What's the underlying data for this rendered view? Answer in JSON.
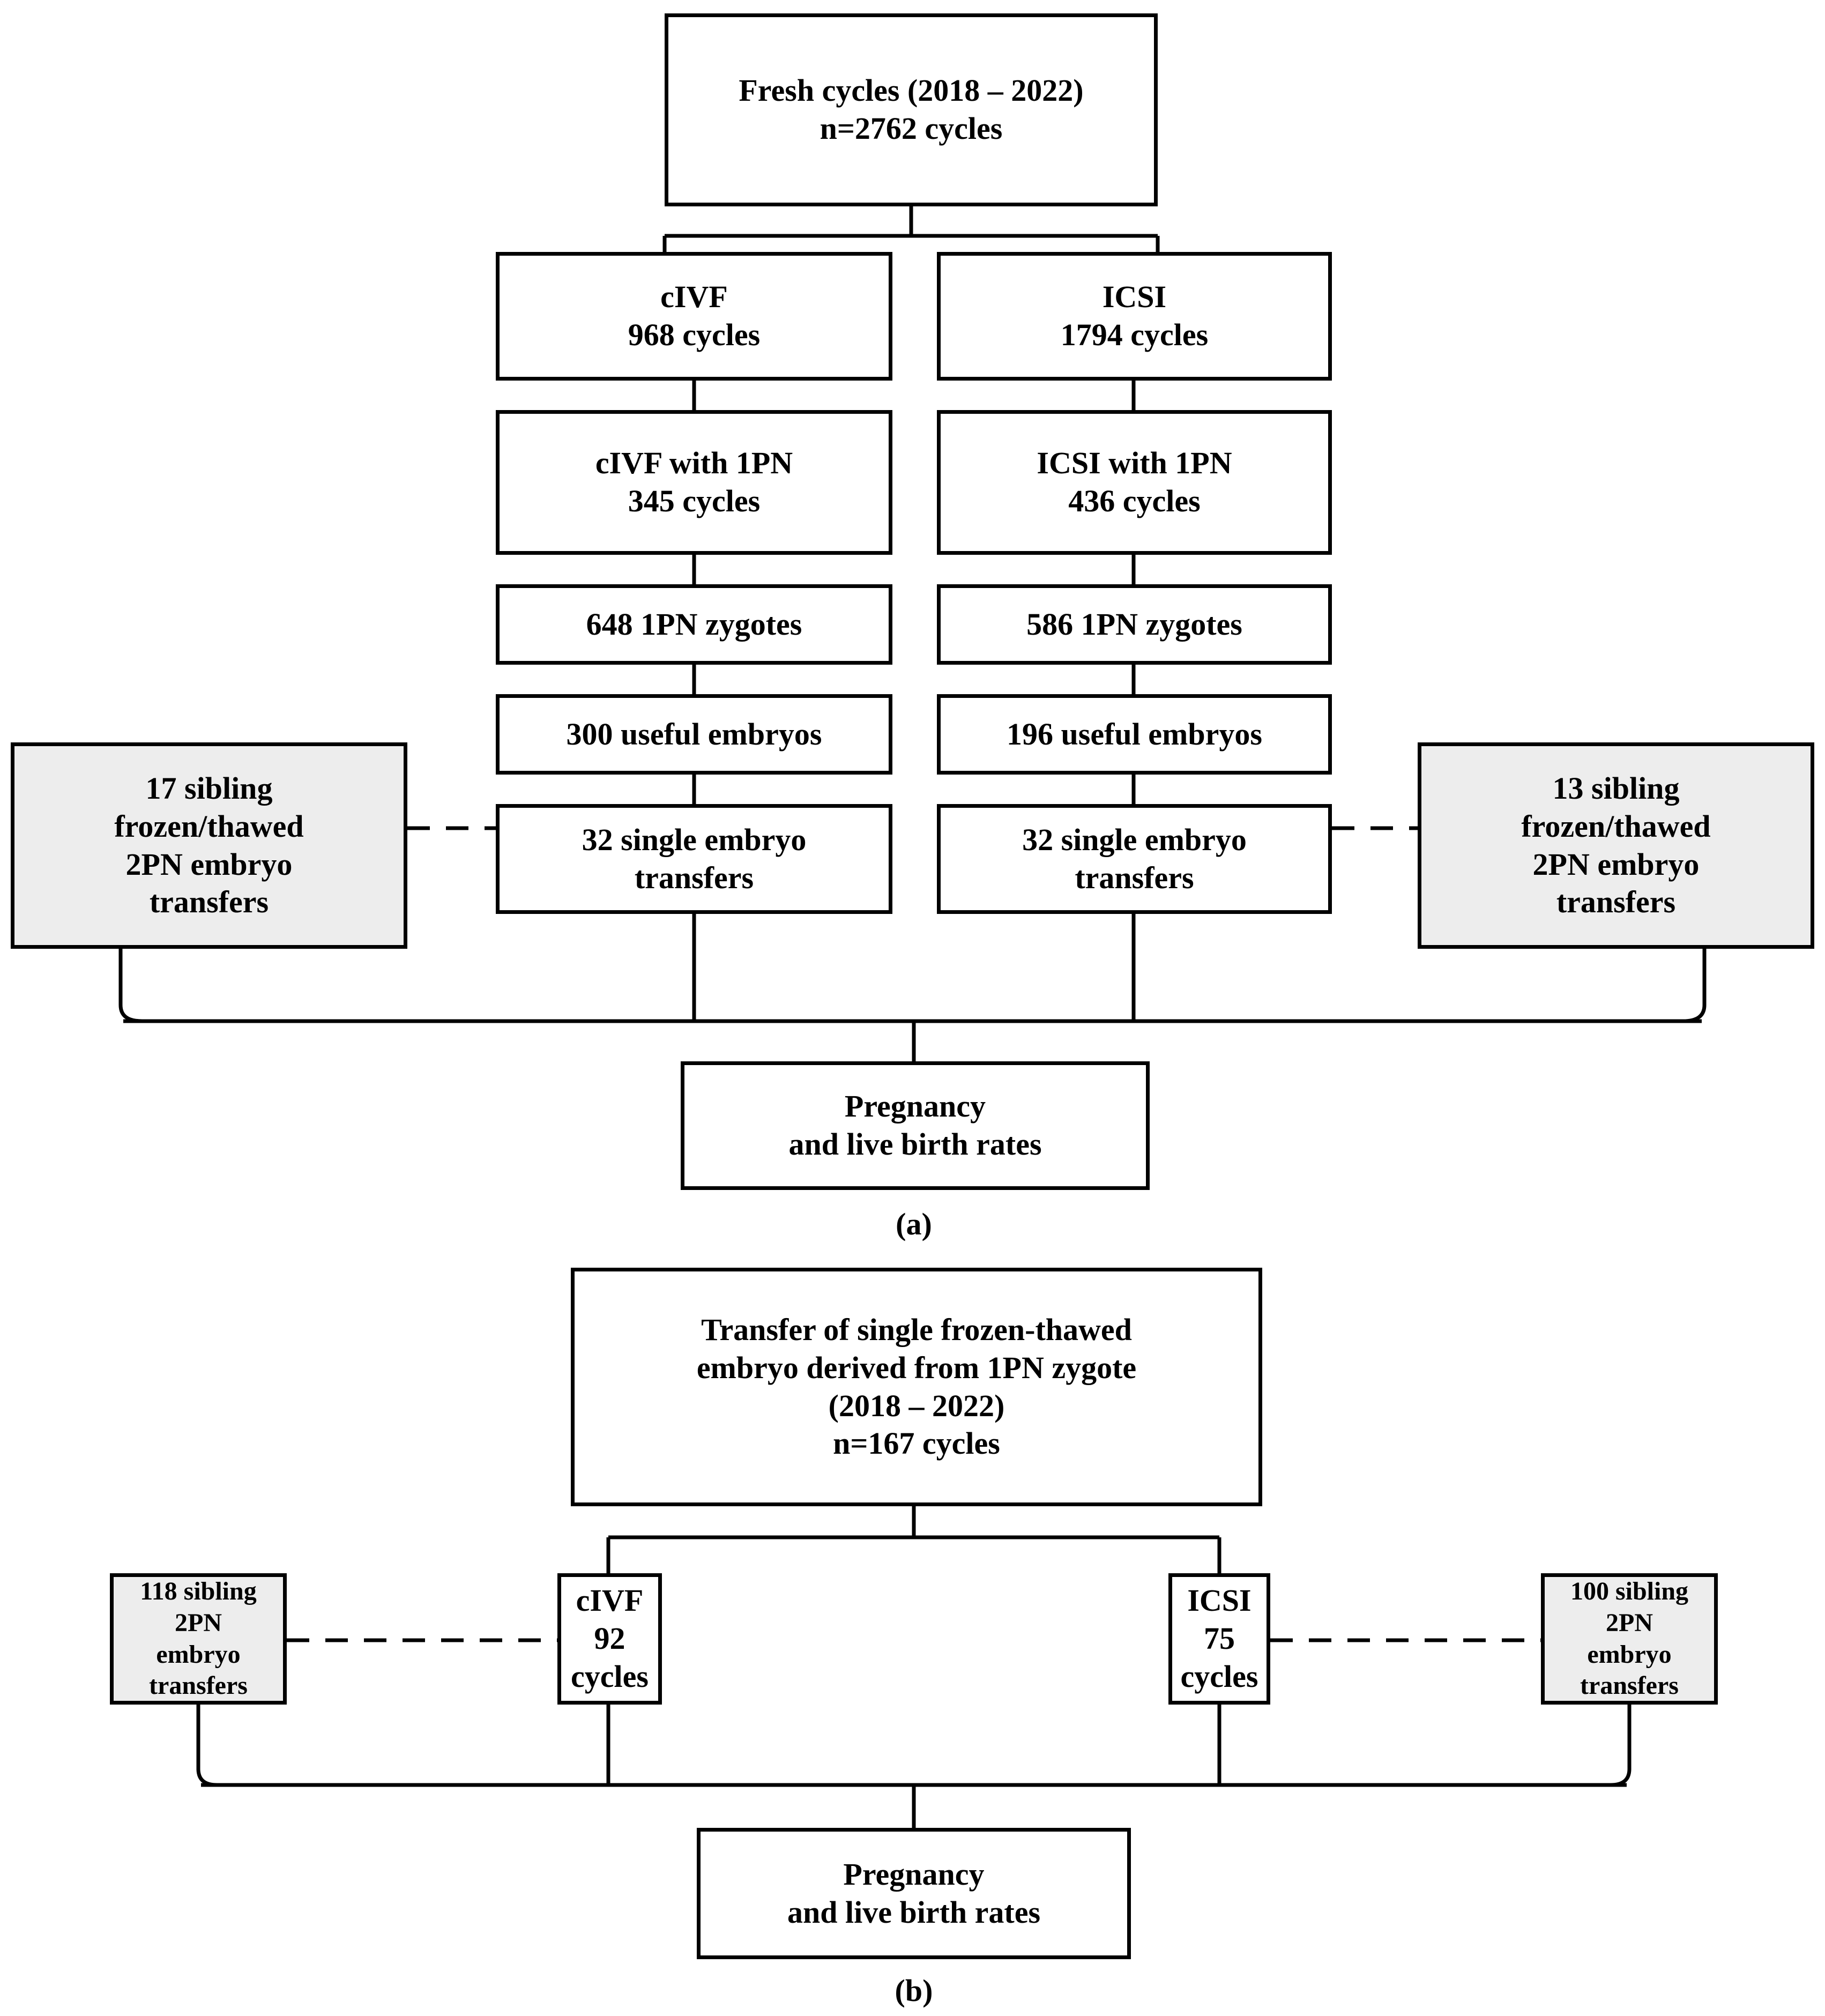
{
  "figure": {
    "type": "flowchart",
    "panels": [
      {
        "id": "a",
        "label": "(a)",
        "nodes": {
          "root": "Fresh cycles (2018 – 2022)\nn=2762 cycles",
          "left_arm": "cIVF\n968 cycles",
          "right_arm": "ICSI\n1794 cycles",
          "left_1pn": "cIVF with 1PN\n345 cycles",
          "right_1pn": "ICSI with 1PN\n436 cycles",
          "left_zygotes": "648 1PN zygotes",
          "right_zygotes": "586 1PN zygotes",
          "left_embryos": "300 useful embryos",
          "right_embryos": "196 useful embryos",
          "left_transfers": "32 single embryo\ntransfers",
          "right_transfers": "32 single embryo\ntransfers",
          "left_sibling": "17 sibling\nfrozen/thawed\n2PN embryo\ntransfers",
          "right_sibling": "13 sibling\nfrozen/thawed\n2PN embryo\ntransfers",
          "outcome": "Pregnancy\nand live birth rates"
        }
      },
      {
        "id": "b",
        "label": "(b)",
        "nodes": {
          "root": "Transfer of single frozen-thawed\nembryo derived from 1PN zygote\n(2018 – 2022)\nn=167 cycles",
          "left_arm": "cIVF\n92 cycles",
          "right_arm": "ICSI\n75 cycles",
          "left_sibling": "118 sibling 2PN\nembryo transfers",
          "right_sibling": "100 sibling 2PN\nembryo transfers",
          "outcome": "Pregnancy\nand live birth rates"
        }
      }
    ],
    "colors": {
      "stroke": "#000000",
      "node_fill": "#ffffff",
      "shaded_fill": "#ededed",
      "background": "#ffffff"
    }
  }
}
